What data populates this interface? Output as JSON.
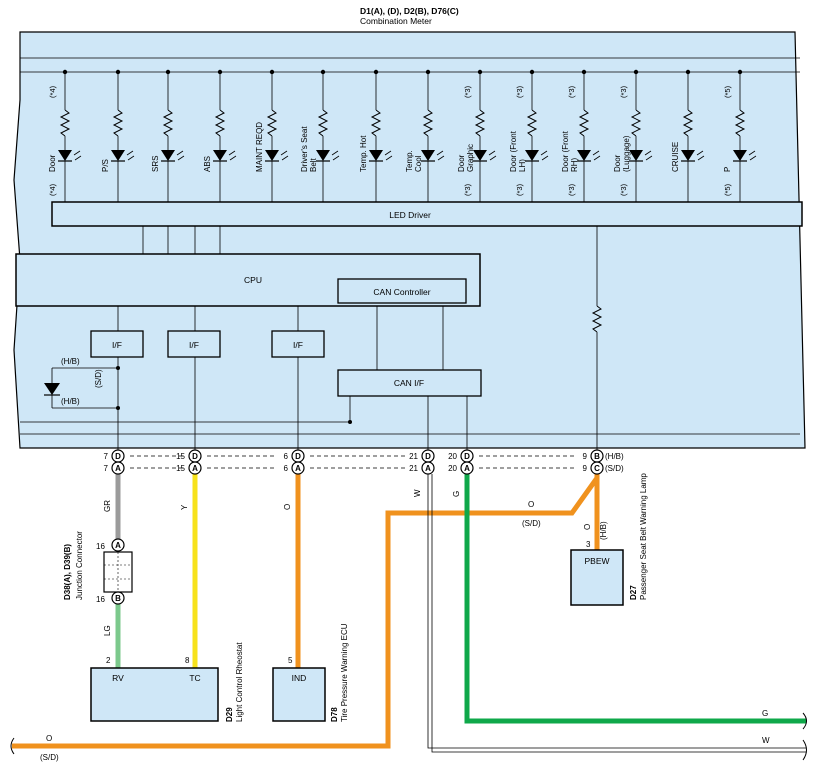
{
  "header": {
    "connectors": "D1(A), (D), D2(B), D76(C)",
    "component": "Combination Meter"
  },
  "meter": {
    "indicators": [
      {
        "label": "Door",
        "note_top": "(*4)",
        "note_bottom": "(*4)"
      },
      {
        "label": "P/S",
        "note_top": "",
        "note_bottom": ""
      },
      {
        "label": "SRS",
        "note_top": "",
        "note_bottom": ""
      },
      {
        "label": "ABS",
        "note_top": "",
        "note_bottom": ""
      },
      {
        "label": "MAINT REQD",
        "note_top": "",
        "note_bottom": ""
      },
      {
        "label": "Driver's Seat Belt",
        "note_top": "",
        "note_bottom": ""
      },
      {
        "label": "Temp. Hot",
        "note_top": "",
        "note_bottom": ""
      },
      {
        "label": "Temp. Cool",
        "note_top": "",
        "note_bottom": ""
      },
      {
        "label": "Door Graphic",
        "note_top": "(*3)",
        "note_bottom": "(*3)"
      },
      {
        "label": "Door (Front LH)",
        "note_top": "(*3)",
        "note_bottom": "(*3)"
      },
      {
        "label": "Door (Front RH)",
        "note_top": "(*3)",
        "note_bottom": "(*3)"
      },
      {
        "label": "Door (Luggage)",
        "note_top": "(*3)",
        "note_bottom": "(*3)"
      },
      {
        "label": "CRUISE",
        "note_top": "",
        "note_bottom": ""
      },
      {
        "label": "P",
        "note_top": "(*5)",
        "note_bottom": "(*5)"
      }
    ],
    "led_driver": "LED Driver",
    "cpu": "CPU",
    "can_controller": "CAN Controller",
    "interfaces": [
      "I/F",
      "I/F",
      "I/F"
    ],
    "can_if": "CAN I/F",
    "diode_notes": [
      "(H/B)",
      "(S/D)",
      "(H/B)"
    ]
  },
  "terminals": [
    {
      "pin": "7",
      "top": "D",
      "bottom": "A"
    },
    {
      "pin": "15",
      "top": "D",
      "bottom": "A"
    },
    {
      "pin": "6",
      "top": "D",
      "bottom": "A"
    },
    {
      "pin": "21",
      "top": "D",
      "bottom": "A"
    },
    {
      "pin": "20",
      "top": "D",
      "bottom": "A"
    },
    {
      "pin": "9",
      "top": "B",
      "bottom": "C",
      "note_top": "(H/B)",
      "note_bottom": "(S/D)"
    }
  ],
  "wires": {
    "gr": "GR",
    "lg": "LG",
    "y": "Y",
    "o": "O",
    "w": "W",
    "g": "G",
    "o_sd": "(S/D)",
    "o_hb": "(H/B)"
  },
  "junction": {
    "id": "D38(A), D39(B)",
    "name": "Junction Connector",
    "pin_a": "16",
    "term_a": "A",
    "pin_b": "16",
    "term_b": "B"
  },
  "rheostat": {
    "id": "D29",
    "name": "Light Control Rheostat",
    "pin_rv": "2",
    "pin_tc": "8",
    "rv": "RV",
    "tc": "TC"
  },
  "tpws": {
    "id": "D78",
    "name": "Tire Pressure Warning ECU",
    "pin": "5",
    "label": "IND"
  },
  "pbew": {
    "id": "D27",
    "name": "Passenger Seat Belt Warning Lamp",
    "pin": "3",
    "label": "PBEW"
  },
  "colors": {
    "panel": "#cfe7f7",
    "orange": "#f0921e",
    "yellow": "#f7e21b",
    "green": "#0fa84a",
    "gray": "#9b9b9b",
    "lightgreen": "#7cc98c"
  }
}
